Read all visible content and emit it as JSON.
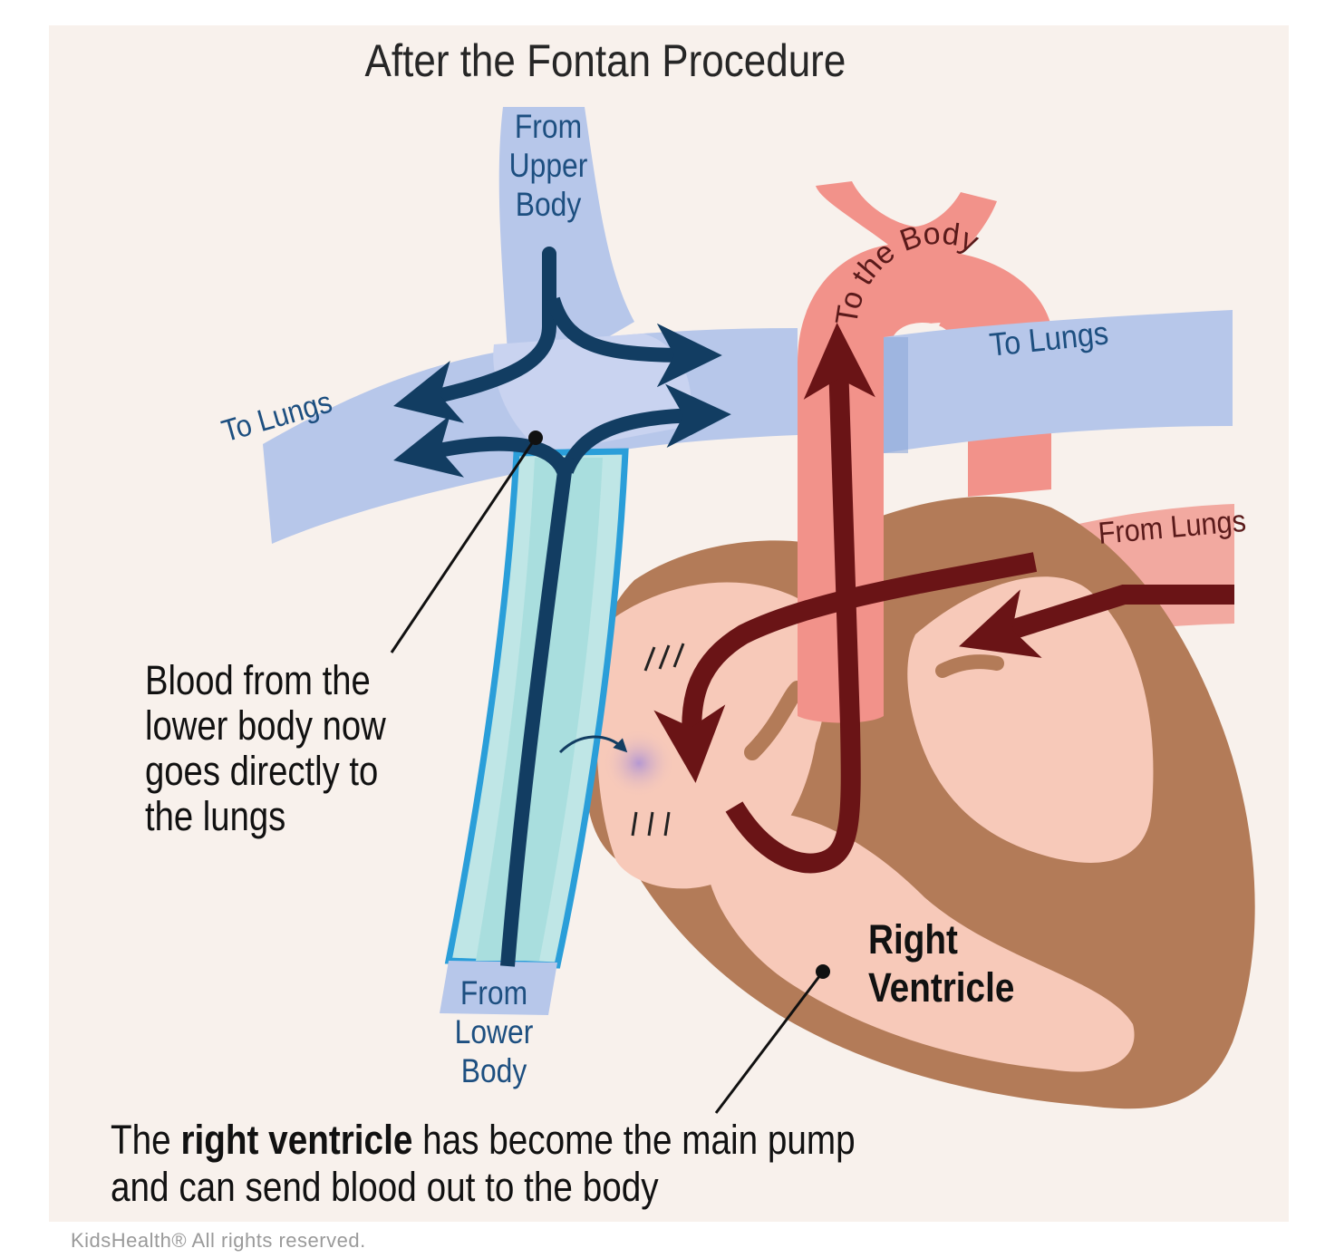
{
  "title": "After the Fontan Procedure",
  "labels": {
    "from_upper_body": [
      "From",
      "Upper",
      "Body"
    ],
    "from_lower_body": [
      "From",
      "Lower",
      "Body"
    ],
    "to_lungs_left": "To Lungs",
    "to_lungs_right": "To Lungs",
    "to_the_body": "To the Body",
    "from_lungs": "From Lungs",
    "right_ventricle": [
      "Right",
      "Ventricle"
    ]
  },
  "callout_lower_body": [
    "Blood from the",
    "lower body now",
    "goes directly to",
    "the lungs"
  ],
  "caption": {
    "prefix": "The ",
    "bold": "right ventricle",
    "rest": " has become the main pump",
    "line2": "and can send blood out to the body"
  },
  "copyright": "KidsHealth® All rights reserved.",
  "colors": {
    "background": "#f8f1ec",
    "vein_blue": "#b7c7ea",
    "flow_arrow_dark_blue": "#123d62",
    "ivc_tube": "#bfe6e6",
    "ivc_outline": "#2a9ed9",
    "artery_pink": "#f2928a",
    "heart_muscle": "#b37b58",
    "heart_chamber": "#f7c9b9",
    "flow_arrow_dark_red": "#6a1416"
  }
}
